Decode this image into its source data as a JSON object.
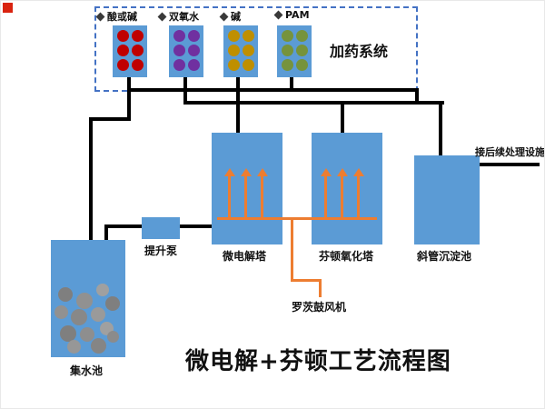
{
  "title": "微电解+芬顿工艺流程图",
  "watermark": {
    "color": "#d9230f"
  },
  "dosing_system": {
    "box_label": "加药系统",
    "tanks": [
      {
        "label": "酸或碱",
        "dot_color": "#c00000"
      },
      {
        "label": "双氧水",
        "dot_color": "#7030a0"
      },
      {
        "label": "碱",
        "dot_color": "#bf8f00"
      },
      {
        "label": "PAM",
        "dot_color": "#76933c"
      }
    ]
  },
  "units": {
    "collection_tank": {
      "label": "集水池"
    },
    "lift_pump": {
      "label": "提升泵"
    },
    "micro_tower": {
      "label": "微电解塔"
    },
    "fenton_tower": {
      "label": "芬顿氧化塔"
    },
    "sedimentation": {
      "label": "斜管沉淀池"
    },
    "blower": {
      "label": "罗茨鼓风机"
    },
    "outlet": {
      "label": "接后续处理设施"
    }
  },
  "colors": {
    "vessel_blue": "#5b9bd5",
    "pipe_black": "#000000",
    "aeration_orange": "#ed7d31",
    "dashed_border_blue": "#4472c4",
    "sludge_gray": "#808080"
  }
}
